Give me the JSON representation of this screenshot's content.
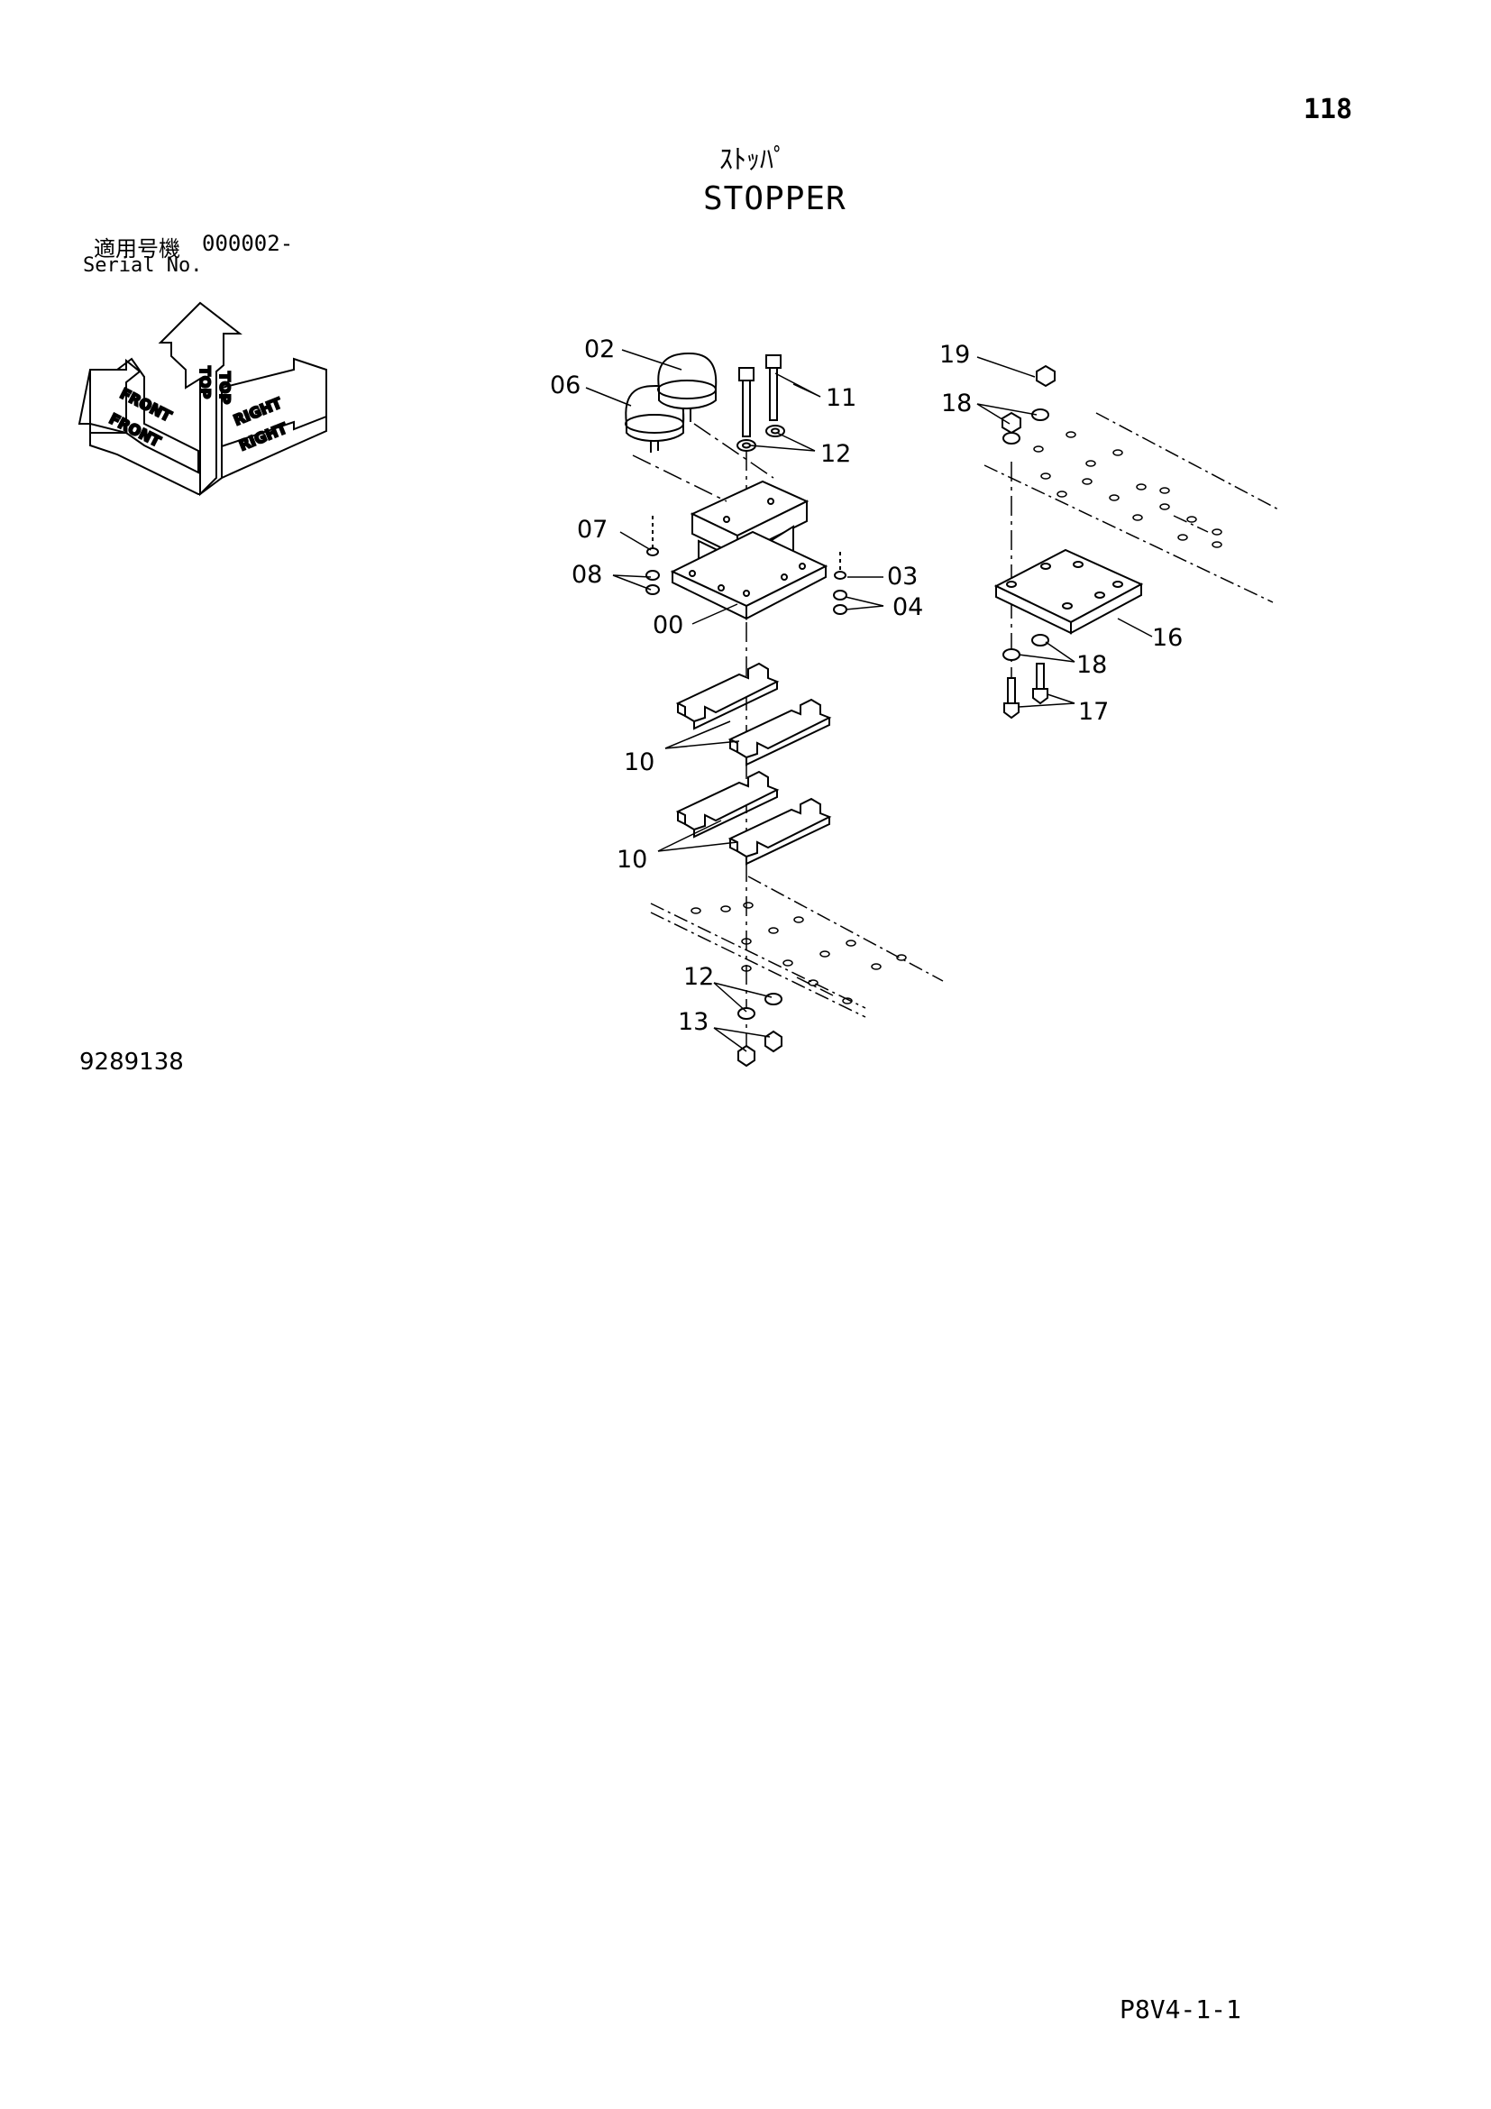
{
  "page_number": "118",
  "title_jp": "ｽﾄｯﾊﾟ",
  "title_en": "STOPPER",
  "serial": {
    "label_jp": "適用号機",
    "value": "000002-",
    "label_en": "Serial No."
  },
  "orientation": {
    "front": "FRONT",
    "top": "TOP",
    "right": "RIGHT"
  },
  "callouts": {
    "c00": "00",
    "c02": "02",
    "c03": "03",
    "c04": "04",
    "c06": "06",
    "c07": "07",
    "c08": "08",
    "c10a": "10",
    "c10b": "10",
    "c11": "11",
    "c12a": "12",
    "c12b": "12",
    "c13": "13",
    "c16": "16",
    "c17": "17",
    "c18a": "18",
    "c18b": "18",
    "c19": "19"
  },
  "drawing_number": "9289138",
  "footer_code": "P8V4-1-1"
}
